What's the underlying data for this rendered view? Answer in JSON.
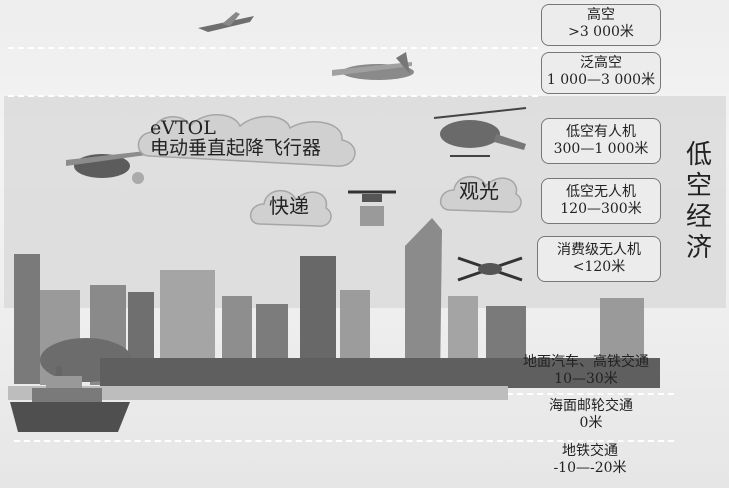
{
  "title": {
    "chars": [
      "低",
      "空",
      "经",
      "济"
    ]
  },
  "levels": [
    {
      "name": "高空",
      "range": ">3 000米"
    },
    {
      "name": "泛高空",
      "range": "1 000—3 000米"
    },
    {
      "name": "低空有人机",
      "range": "300—1 000米"
    },
    {
      "name": "低空无人机",
      "range": "120—300米"
    },
    {
      "name": "消费级无人机",
      "range": "<120米"
    }
  ],
  "ground": [
    {
      "name": "地面汽车、高铁交通",
      "range": "10—30米"
    },
    {
      "name": "海面邮轮交通",
      "range": "0米"
    },
    {
      "name": "地铁交通",
      "range": "-10—-20米"
    }
  ],
  "evtol": {
    "line1": "eVTOL",
    "line2": "电动垂直起降飞行器"
  },
  "clouds": {
    "delivery": "快递",
    "sightseeing": "观光"
  },
  "icons": [
    "small-jet-icon",
    "propeller-plane-icon",
    "helicopter-icon",
    "evtol-aircraft-icon",
    "delivery-drone-icon",
    "consumer-drone-icon",
    "cruise-ship-icon",
    "city-skyline-icon"
  ]
}
